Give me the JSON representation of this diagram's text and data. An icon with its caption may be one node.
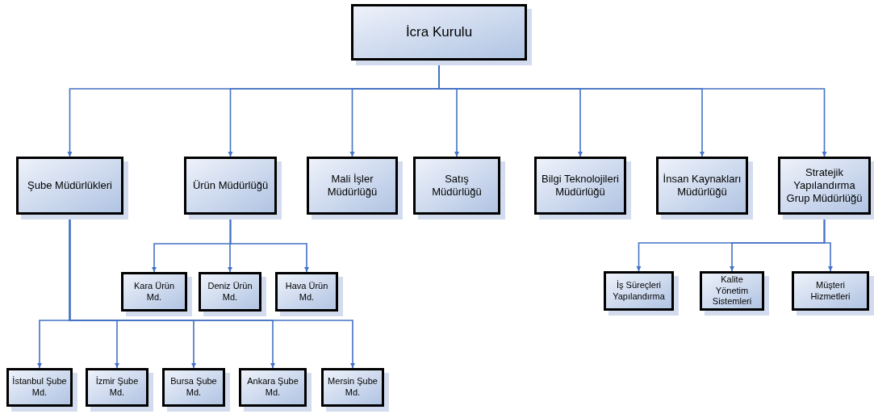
{
  "diagram": {
    "nodes": [
      {
        "text": [
          "İcra Kurulu"
        ]
      },
      {
        "text": [
          "Şube Müdürlükleri"
        ]
      },
      {
        "text": [
          "Ürün Müdürlüğü"
        ]
      },
      {
        "text": [
          "Mali İşler Müdürlüğü"
        ]
      },
      {
        "text": [
          "Satış Müdürlüğü"
        ]
      },
      {
        "text": [
          "Bilgi Teknolojileri Müdürlüğü"
        ]
      },
      {
        "text": [
          "İnsan Kaynakları Müdürlüğü"
        ]
      },
      {
        "text": [
          "Stratejik Yapılandırma Grup Müdürlüğü"
        ]
      },
      {
        "text": [
          "Kara Ürün Md."
        ]
      },
      {
        "text": [
          "Deniz Ürün Md."
        ]
      },
      {
        "text": [
          "Hava Ürün Md."
        ]
      },
      {
        "text": [
          "İş Süreçleri Yapılandırma"
        ]
      },
      {
        "text": [
          "Kalite Yönetim Sistemleri"
        ]
      },
      {
        "text": [
          "Müşteri Hizmetleri"
        ]
      },
      {
        "text": [
          "İstanbul Şube Md."
        ]
      },
      {
        "text": [
          "İzmir Şube Md."
        ]
      },
      {
        "text": [
          "Bursa Şube Md."
        ]
      },
      {
        "text": [
          "Ankara Şube Md."
        ]
      },
      {
        "text": [
          "Mersin Şube Md."
        ]
      }
    ],
    "edges": [
      {
        "from": 0,
        "to": 1,
        "arrow": "to"
      },
      {
        "from": 0,
        "to": 2,
        "arrow": "to"
      },
      {
        "from": 0,
        "to": 3,
        "arrow": "to"
      },
      {
        "from": 0,
        "to": 4,
        "arrow": "to"
      },
      {
        "from": 0,
        "to": 5,
        "arrow": "to"
      },
      {
        "from": 0,
        "to": 6,
        "arrow": "to"
      },
      {
        "from": 0,
        "to": 7,
        "arrow": "to"
      },
      {
        "from": 2,
        "to": 8,
        "arrow": "to"
      },
      {
        "from": 2,
        "to": 9,
        "arrow": "to"
      },
      {
        "from": 2,
        "to": 10,
        "arrow": "to"
      },
      {
        "from": 7,
        "to": 11,
        "arrow": "to"
      },
      {
        "from": 7,
        "to": 12,
        "arrow": "to"
      },
      {
        "from": 7,
        "to": 13,
        "arrow": "to"
      },
      {
        "from": 1,
        "to": 14,
        "arrow": "to"
      },
      {
        "from": 1,
        "to": 15,
        "arrow": "to"
      },
      {
        "from": 1,
        "to": 16,
        "arrow": "to"
      },
      {
        "from": 1,
        "to": 17,
        "arrow": "to"
      },
      {
        "from": 1,
        "to": 18,
        "arrow": "to"
      }
    ]
  }
}
